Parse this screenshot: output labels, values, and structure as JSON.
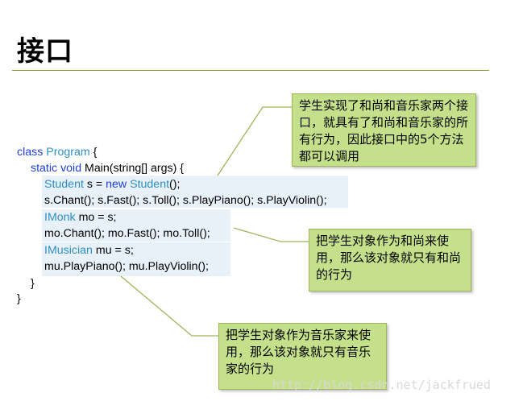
{
  "slide": {
    "title": "接口"
  },
  "code": {
    "line1": {
      "kw": "class",
      "cls": "Program",
      "rest": " {"
    },
    "line2": {
      "kw1": "static",
      "kw2": "void",
      "rest": " Main(string[] args) {"
    },
    "line3": {
      "type1": "Student",
      "mid": " s = ",
      "kw": "new",
      "type2": "Student",
      "end": "();"
    },
    "line4": "s.Chant(); s.Fast(); s.Toll(); s.PlayPiano(); s.PlayViolin();",
    "line5": {
      "type": "IMonk",
      "rest": " mo = s;"
    },
    "line6": "mo.Chant(); mo.Fast(); mo.Toll();",
    "line7": {
      "type": "IMusician",
      "rest": " mu = s;"
    },
    "line8": "mu.PlayPiano(); mu.PlayViolin();",
    "line9": "}",
    "line10": "}"
  },
  "callouts": {
    "top": "学生实现了和尚和音乐家两个接口，就具有了和尚和音乐家的所有行为，因此接口中的5个方法都可以调用",
    "middle": "把学生对象作为和尚来使用，那么该对象就只有和尚的行为",
    "bottom": "把学生对象作为音乐家来使用，那么该对象就只有音乐家的行为"
  },
  "watermark": "http://blog.csdn.net/jackfrued",
  "colors": {
    "keyword": "#1f3fd6",
    "type": "#2b8fbf",
    "callout_fill": "#c5e08a",
    "highlight": "#e8f0f8",
    "rule": "#8fa33a"
  }
}
